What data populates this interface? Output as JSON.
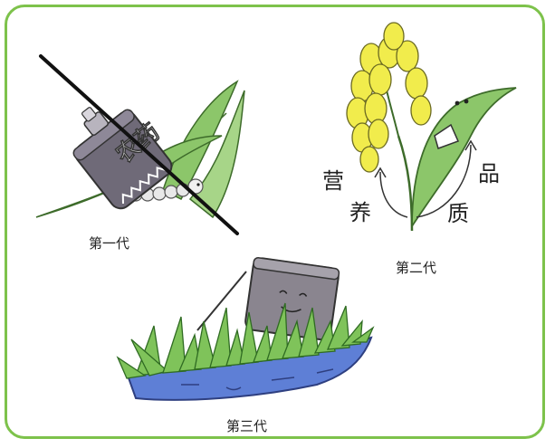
{
  "generations": [
    {
      "label": "第一代",
      "crossed_out": true
    },
    {
      "label": "第二代",
      "crossed_out": false
    },
    {
      "label": "第三代",
      "crossed_out": false
    }
  ],
  "can_text": "农药",
  "arrows": {
    "left_chars": [
      "营",
      "养"
    ],
    "right_chars": [
      "品",
      "质"
    ]
  },
  "colors": {
    "frame": "#7dc24b",
    "leaf": "#8cc66a",
    "grain": "#f1ec4c",
    "water": "#5e7fd6",
    "can": "#6f6a78"
  }
}
